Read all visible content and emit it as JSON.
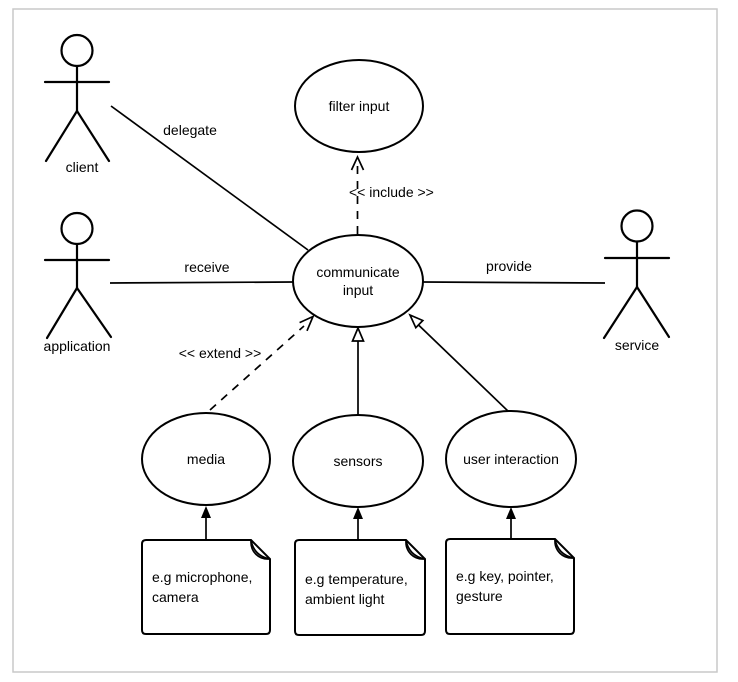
{
  "diagram": {
    "kind": "uml-use-case",
    "colors": {
      "shape_stroke": "#000000",
      "shape_fill": "#ffffff",
      "note_fold_fill": "#808080",
      "canvas_border": "#c9c9c9",
      "background": "#ffffff"
    },
    "actors": {
      "client": {
        "label": "client"
      },
      "application": {
        "label": "application"
      },
      "service": {
        "label": "service"
      }
    },
    "use_cases": {
      "filter_input": {
        "label": "filter input"
      },
      "communicate_input": {
        "label_line1": "communicate",
        "label_line2": "input"
      },
      "media": {
        "label": "media"
      },
      "sensors": {
        "label": "sensors"
      },
      "user_interaction": {
        "label": "user interaction"
      }
    },
    "relationships": {
      "delegate": {
        "label": "delegate",
        "from": "client",
        "to": "communicate_input",
        "style": "solid"
      },
      "receive": {
        "label": "receive",
        "from": "application",
        "to": "communicate_input",
        "style": "solid"
      },
      "provide": {
        "label": "provide",
        "from": "service",
        "to": "communicate_input",
        "style": "solid"
      },
      "include": {
        "label": "<< include >>",
        "from": "communicate_input",
        "to": "filter_input",
        "style": "dashed-open-arrow"
      },
      "extend": {
        "label": "<< extend >>",
        "from": "media",
        "to": "communicate_input",
        "style": "dashed-open-arrow"
      },
      "sensors_input": {
        "from": "sensors",
        "to": "communicate_input",
        "style": "solid-hollow-arrow"
      },
      "interaction_input": {
        "from": "user_interaction",
        "to": "communicate_input",
        "style": "solid-hollow-arrow"
      }
    },
    "notes": {
      "media_note": {
        "line1": "e.g microphone,",
        "line2": "camera",
        "attached_to": "media"
      },
      "sensors_note": {
        "line1": "e.g temperature,",
        "line2": "ambient light",
        "attached_to": "sensors"
      },
      "interaction_note": {
        "line1": "e.g key, pointer,",
        "line2": "gesture",
        "attached_to": "user_interaction"
      }
    }
  }
}
